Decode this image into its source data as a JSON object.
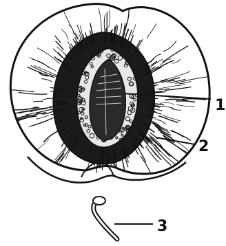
{
  "figure": {
    "labels": [
      {
        "id": "1",
        "text": "1"
      },
      {
        "id": "2",
        "text": "2"
      },
      {
        "id": "3",
        "text": "3"
      }
    ]
  },
  "colors": {
    "ink": "#111111",
    "paper": "#ffffff",
    "seed": "#2a2a2a"
  }
}
